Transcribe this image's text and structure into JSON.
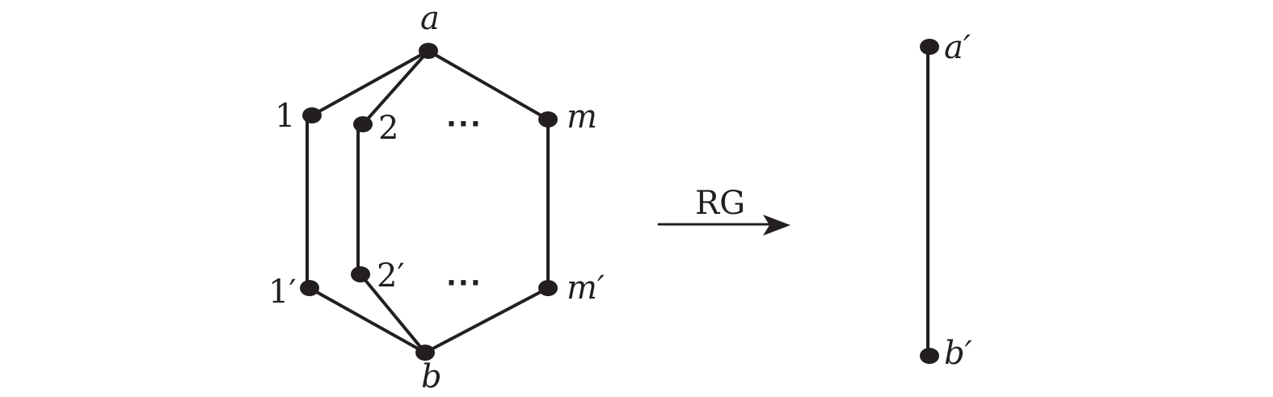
{
  "diagram": {
    "left_graph": {
      "node_labels": {
        "top": "a",
        "bottom": "b",
        "one": "1",
        "two": "2",
        "m": "m",
        "one_prime": "1′",
        "two_prime": "2′",
        "m_prime": "m′"
      },
      "ellipsis_upper": "···",
      "ellipsis_lower": "···"
    },
    "arrow_label": "RG",
    "right_graph": {
      "node_labels": {
        "top": "a′",
        "bottom": "b′"
      }
    },
    "colors": {
      "ink": "#231f20",
      "background": "#ffffff"
    }
  }
}
